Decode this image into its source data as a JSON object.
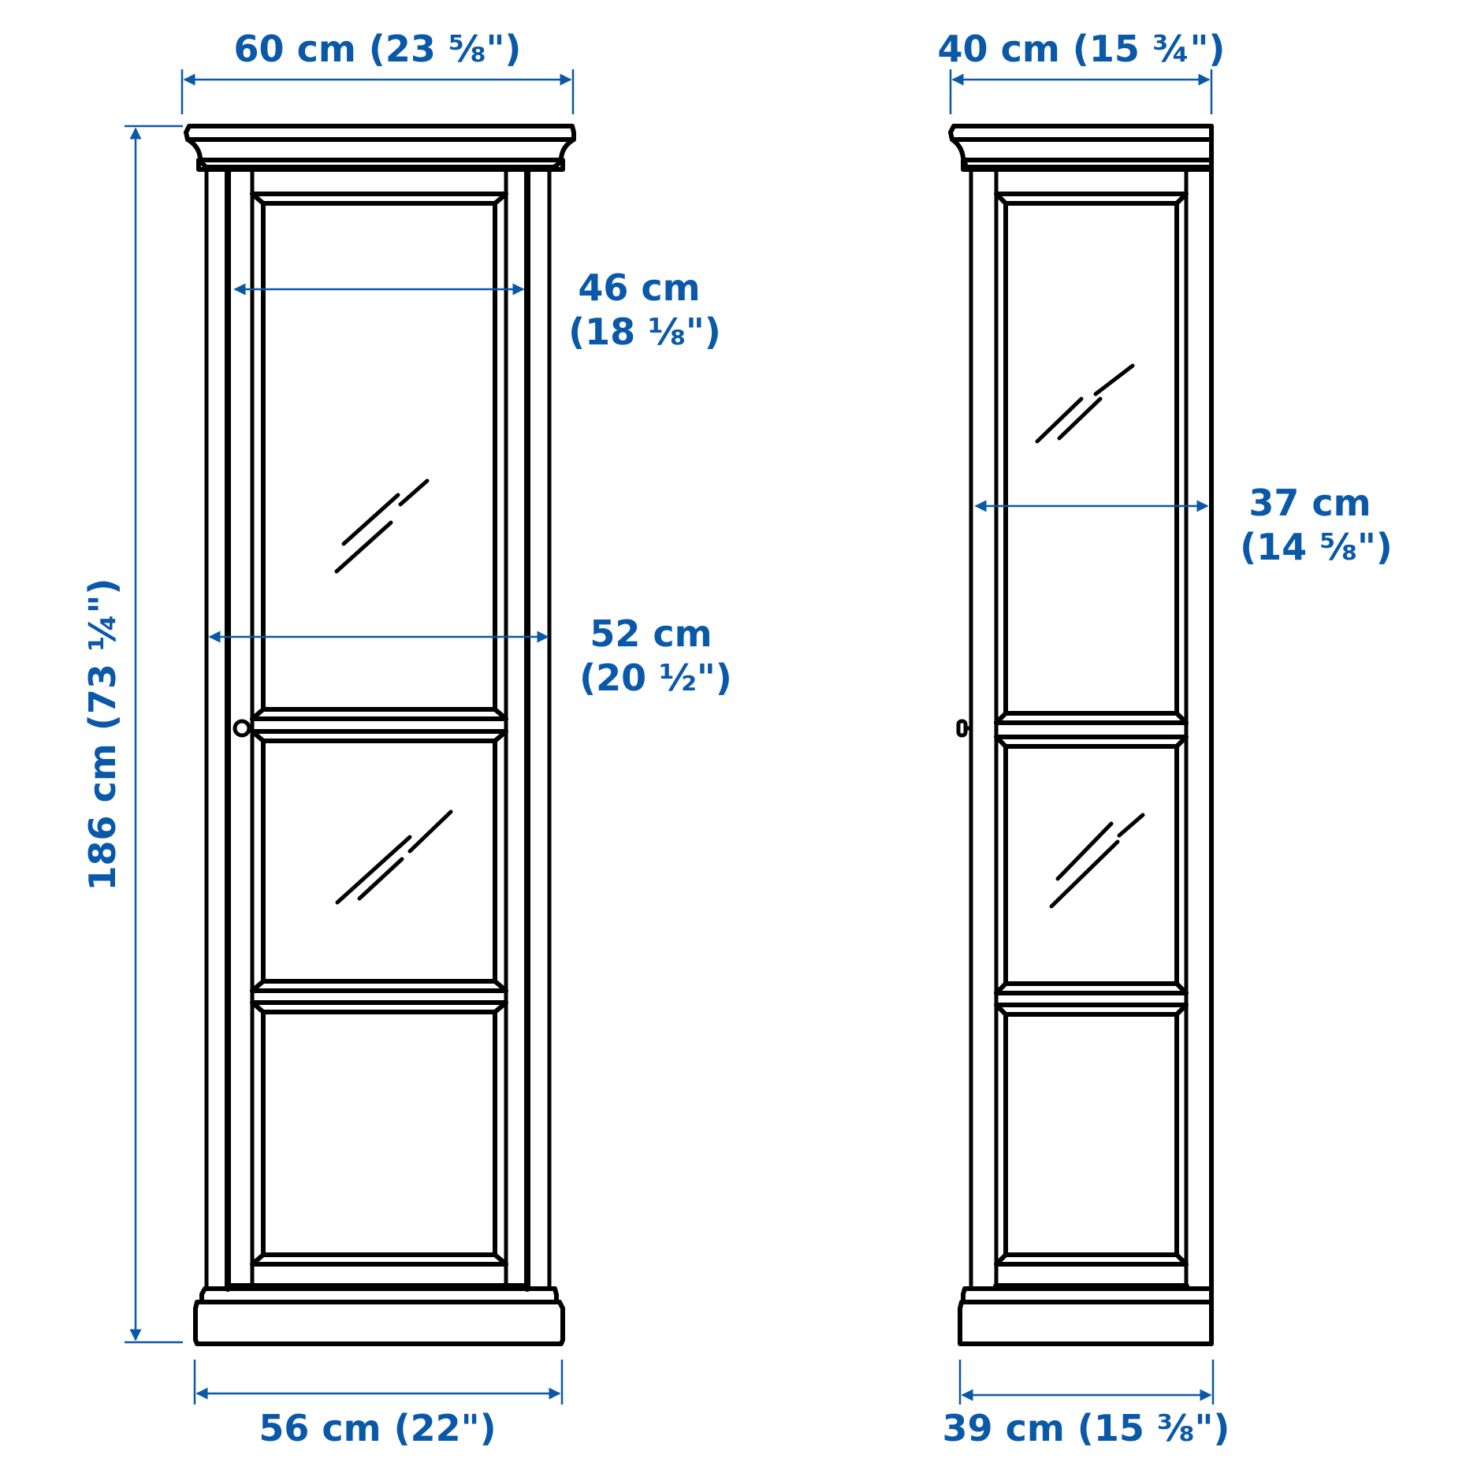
{
  "diagram": {
    "title": "Glass-door cabinet dimensions",
    "accent_color": "#0a58a8",
    "line_color": "#000000",
    "views": [
      {
        "name": "front-view",
        "dimensions": {
          "top_width": "60 cm (23 ⅝\")",
          "height": "186 cm (73 ¼\")",
          "inner_width_cm": "46 cm",
          "inner_width_in": "(18 ⅛\")",
          "frame_width_cm": "52 cm",
          "frame_width_in": "(20 ½\")",
          "base_width": "56 cm (22\")"
        }
      },
      {
        "name": "side-view",
        "dimensions": {
          "top_depth": "40 cm (15 ¾\")",
          "inner_depth_cm": "37 cm",
          "inner_depth_in": "(14 ⅝\")",
          "base_depth": "39 cm (15 ⅜\")"
        }
      }
    ]
  }
}
